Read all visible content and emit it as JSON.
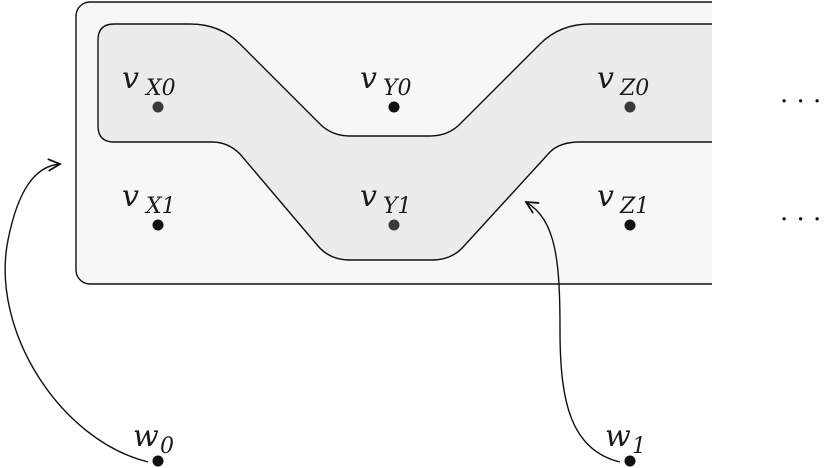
{
  "diagram": {
    "colors": {
      "outer_fill": "#f7f7f7",
      "inner_fill": "#ececec",
      "stroke": "#111111",
      "node_dark": "#111111",
      "node_gray": "#3a3a3a"
    },
    "nodes": {
      "vX0": {
        "base": "v",
        "sub": "X0"
      },
      "vY0": {
        "base": "v",
        "sub": "Y0"
      },
      "vZ0": {
        "base": "v",
        "sub": "Z0"
      },
      "vX1": {
        "base": "v",
        "sub": "X1"
      },
      "vY1": {
        "base": "v",
        "sub": "Y1"
      },
      "vZ1": {
        "base": "v",
        "sub": "Z1"
      },
      "w0": {
        "base": "w",
        "sub": "0"
      },
      "w1": {
        "base": "w",
        "sub": "1"
      }
    },
    "ellipsis_top": "· · ·",
    "ellipsis_bottom": "· · ·"
  }
}
